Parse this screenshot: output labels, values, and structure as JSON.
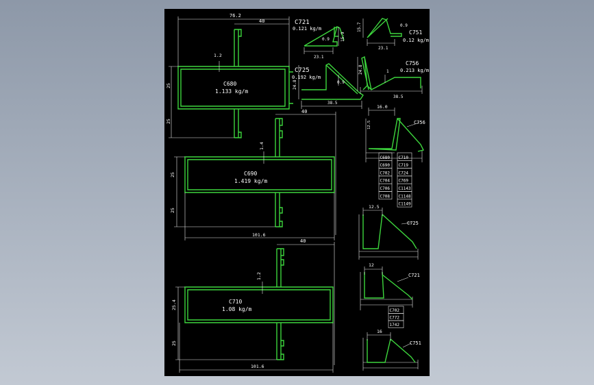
{
  "sheet_bg": "#000000",
  "profile_color": "#3dd63d",
  "dim_color": "#e8e8e8",
  "profiles": {
    "c680": {
      "code": "C680",
      "weight": "1.133 kg/m",
      "dim_width": "76.2",
      "dim_top": "40",
      "dim_wall": "1.2",
      "dim_upper": "25",
      "dim_lower": "25"
    },
    "c690": {
      "code": "C690",
      "weight": "1.419 kg/m",
      "dim_top": "40",
      "dim_wall": "1.4",
      "dim_upper": "25",
      "dim_lower": "25",
      "dim_bottom": "101.6"
    },
    "c710": {
      "code": "C710",
      "weight": "1.08 kg/m",
      "dim_top": "40",
      "dim_wall": "1.2",
      "dim_upper": "25.4",
      "dim_lower": "25",
      "dim_bottom": "101.6"
    },
    "c721": {
      "code": "C721",
      "weight": "0.121 kg/m",
      "dim_a": "0.9",
      "dim_b": "15.9",
      "dim_c": "23.1"
    },
    "c751": {
      "code": "C751",
      "weight": "0.12 kg/m",
      "dim_a": "0.9",
      "dim_b": "15.7",
      "dim_c": "23.1"
    },
    "c725": {
      "code": "C725",
      "weight": "0.192 kg/m",
      "dim_a": "24.8",
      "dim_b": "0.9",
      "dim_c": "38.5"
    },
    "c756": {
      "code": "C756",
      "weight": "0.213 kg/m",
      "dim_a": "24.8",
      "dim_b": "1",
      "dim_c": "38.5"
    }
  },
  "assemblies": {
    "a756": {
      "label": "C756",
      "dim": "16.0",
      "dim_side": "12.5"
    },
    "a725": {
      "label": "C725",
      "dim": "12.5"
    },
    "a721": {
      "label": "C721",
      "dim": "12"
    },
    "a751": {
      "label": "C751",
      "dim": "16"
    }
  },
  "compat_table": {
    "left": [
      "C680",
      "C690",
      "C702",
      "C704",
      "C706",
      "C708"
    ],
    "right": [
      "C710",
      "C719",
      "C724",
      "C769",
      "C1143",
      "C1148",
      "C1149"
    ]
  },
  "compat_721": [
    "C702",
    "C772",
    "1742"
  ]
}
